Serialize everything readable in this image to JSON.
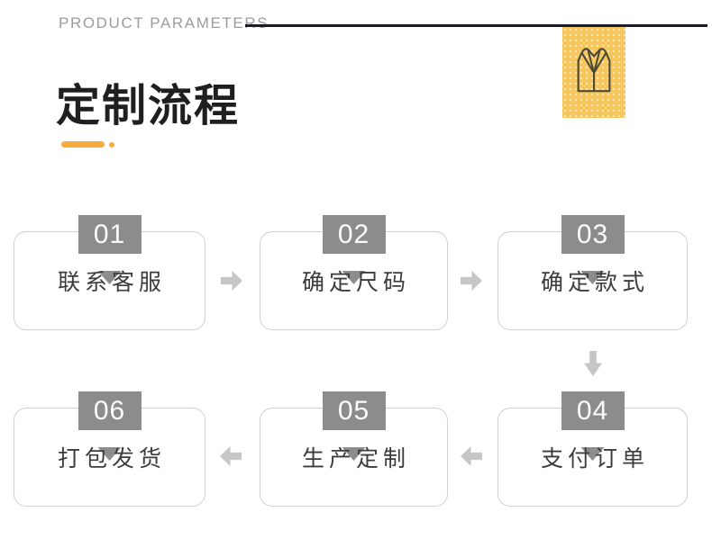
{
  "header": {
    "eyebrow": "PRODUCT PARAMETERS",
    "title": "定制流程"
  },
  "decor": {
    "header_line_color": "#1b1b30",
    "accent_color": "#f7ab3c",
    "chip_bg_color": "#f6c75e",
    "chip_icon": "vest-icon",
    "vest_icon_stroke": "#4f4a33"
  },
  "flow": {
    "badge_color": "#8c8c8c",
    "card_border_color": "#d0d0d0",
    "arrow_color": "#c6c6c6",
    "steps": [
      {
        "num": "01",
        "label": "联系客服"
      },
      {
        "num": "02",
        "label": "确定尺码"
      },
      {
        "num": "03",
        "label": "确定款式"
      },
      {
        "num": "04",
        "label": "支付订单"
      },
      {
        "num": "05",
        "label": "生产定制"
      },
      {
        "num": "06",
        "label": "打包发货"
      }
    ],
    "arrow_directions": [
      "right",
      "right",
      "down",
      "left",
      "left"
    ]
  }
}
